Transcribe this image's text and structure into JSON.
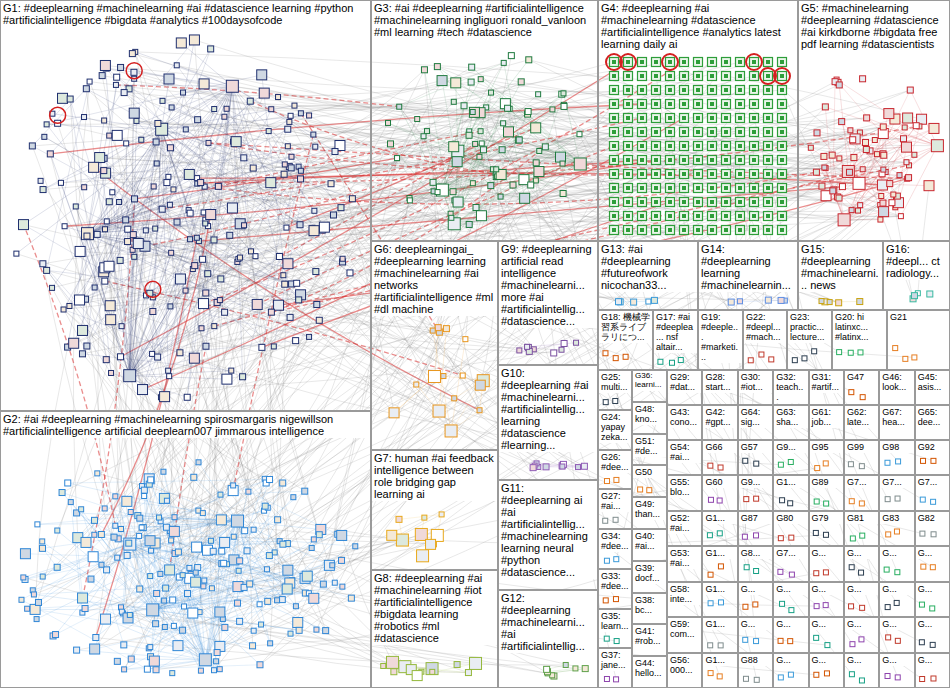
{
  "diagram": {
    "nodes": [
      {
        "text": [
          "G1: #deeplearning #machinelearning #ai #datascience learning #python #artificialintelligence #bigdata #analytics #100daysofcode"
        ]
      },
      {
        "text": [
          "G3: #ai #deeplearning #artificialintelligence #machinelearning ingliguori ronald_vanloon #ml learning #tech #datascience"
        ]
      },
      {
        "text": [
          "G4: #deeplearning #ai #machinelearning #datascience #artificialintelligence #analytics latest learning daily ai"
        ]
      },
      {
        "text": [
          "G5: #machinelearning #deeplearning #datascience #ai kirkdborne #bigdata free pdf learning #datascientists"
        ]
      },
      {
        "text": [
          "G6: deeplearningai_ #deeplearning learning #machinelearning #ai networks #artificialintelligence #ml #dl machine"
        ]
      },
      {
        "text": [
          "G9: #deeplearning artificial read intelligence #machinelearni... more #ai #artificialintellig... #datascience..."
        ]
      },
      {
        "text": [
          "G13: #ai #deeplearning #futureofwork nicochan33..."
        ]
      },
      {
        "text": [
          "G14: #deeplearning learning #machinelearnin..."
        ]
      },
      {
        "text": [
          "G15: #deeplearning #machinelearni... news"
        ]
      },
      {
        "text": [
          "G16: #deepl... ct radiology..."
        ]
      },
      {
        "text": [
          "G18: 機械学習系ライブラリにつ..."
        ]
      },
      {
        "text": [
          "G17: #ai #deeplea... nsf altair..."
        ]
      },
      {
        "text": [
          "G19: #deeple... #marketi..."
        ]
      },
      {
        "text": [
          "G22: #deepl... #mach..."
        ]
      },
      {
        "text": [
          "G23: practic... lecture..."
        ]
      },
      {
        "text": [
          "G20: hi latinxc... #latinx..."
        ]
      },
      {
        "text": [
          "G21"
        ]
      },
      {
        "text": [
          "G10: #deeplearning #ai #machinelearni... #artificialintellig... learning #datascience #learning..."
        ]
      },
      {
        "text": [
          "G2: #ai #deeplearning #machinelearning spirosmargaris nigewillson #artificialintelligence artificial deeplearn007 jimmarous intelligence"
        ]
      },
      {
        "text": [
          "G7: human #ai feedback intelligence between role bridging gap learning ai"
        ]
      },
      {
        "text": [
          "G11: #deeplearning ai #ai #artificialintellig... #machinelearning learning neural #python #datascience..."
        ]
      },
      {
        "text": [
          "G8: #deeplearning #ai #machinelearning #iot #artificialintelligence #bigdata learning #robotics #ml #datascience"
        ]
      },
      {
        "text": [
          "G12: #deeplearning #machinelearni... #ai #artificialintellig..."
        ]
      },
      {
        "text": [
          "G25: multi..."
        ]
      },
      {
        "text": [
          "G24: yapay zeka..."
        ]
      },
      {
        "text": [
          "G26: #dee..."
        ]
      },
      {
        "text": [
          "G27: #ai..."
        ]
      },
      {
        "text": [
          "G34: #dee..."
        ]
      },
      {
        "text": [
          "G33: #dee..."
        ]
      },
      {
        "text": [
          "G35: learn..."
        ]
      },
      {
        "text": [
          "G37: jane..."
        ]
      },
      {
        "text": [
          "G36: learni..."
        ]
      },
      {
        "text": [
          "G48: kno..."
        ]
      },
      {
        "text": [
          "G51: #de..."
        ]
      },
      {
        "text": [
          "G50"
        ]
      },
      {
        "text": [
          "G49: than..."
        ]
      },
      {
        "text": [
          "G40: #ai..."
        ]
      },
      {
        "text": [
          "G39: docf..."
        ]
      },
      {
        "text": [
          "G38: bc..."
        ]
      },
      {
        "text": [
          "G41: #rob..."
        ]
      },
      {
        "text": [
          "G44: hello..."
        ]
      },
      {
        "text": [
          "G29: #dat..."
        ]
      },
      {
        "text": [
          "G28: start..."
        ]
      },
      {
        "text": [
          "G30: #iot..."
        ]
      },
      {
        "text": [
          "G32: teach..."
        ]
      },
      {
        "text": [
          "G31: #artif..."
        ]
      },
      {
        "text": [
          "G47"
        ]
      },
      {
        "text": [
          "G46: look..."
        ]
      },
      {
        "text": [
          "G45: asis..."
        ]
      },
      {
        "text": [
          "G43: cono..."
        ]
      },
      {
        "text": [
          "G42: #gpt..."
        ]
      },
      {
        "text": [
          "G64: sig..."
        ]
      },
      {
        "text": [
          "G63: sha..."
        ]
      },
      {
        "text": [
          "G61: job..."
        ]
      },
      {
        "text": [
          "G62: late..."
        ]
      },
      {
        "text": [
          "G67: hea..."
        ]
      },
      {
        "text": [
          "G65: dee..."
        ]
      },
      {
        "text": [
          "G54: #ai..."
        ]
      },
      {
        "text": [
          "G66"
        ]
      },
      {
        "text": [
          "G57"
        ]
      },
      {
        "text": [
          "G9..."
        ]
      },
      {
        "text": [
          "G95"
        ]
      },
      {
        "text": [
          "G99"
        ]
      },
      {
        "text": [
          "G98"
        ]
      },
      {
        "text": [
          "G92"
        ]
      },
      {
        "text": [
          "G55: blo..."
        ]
      },
      {
        "text": [
          "G60"
        ]
      },
      {
        "text": [
          "G9..."
        ]
      },
      {
        "text": [
          "G1..."
        ]
      },
      {
        "text": [
          "G89"
        ]
      },
      {
        "text": [
          "G7..."
        ]
      },
      {
        "text": [
          "G7..."
        ]
      },
      {
        "text": [
          "G7..."
        ]
      },
      {
        "text": [
          "G52: #ai..."
        ]
      },
      {
        "text": [
          "G1..."
        ]
      },
      {
        "text": [
          "G87"
        ]
      },
      {
        "text": [
          "G80"
        ]
      },
      {
        "text": [
          "G79"
        ]
      },
      {
        "text": [
          "G81"
        ]
      },
      {
        "text": [
          "G83"
        ]
      },
      {
        "text": [
          "G82"
        ]
      },
      {
        "text": [
          "G53: #ai..."
        ]
      },
      {
        "text": [
          "G1..."
        ]
      },
      {
        "text": [
          "G8..."
        ]
      },
      {
        "text": [
          "G7..."
        ]
      },
      {
        "text": [
          "G..."
        ]
      },
      {
        "text": [
          "G..."
        ]
      },
      {
        "text": [
          "G..."
        ]
      },
      {
        "text": [
          "G..."
        ]
      },
      {
        "text": [
          "G58: inte..."
        ]
      },
      {
        "text": [
          "G1..."
        ]
      },
      {
        "text": [
          "G..."
        ]
      },
      {
        "text": [
          "G..."
        ]
      },
      {
        "text": [
          "G..."
        ]
      },
      {
        "text": [
          "G..."
        ]
      },
      {
        "text": [
          "G..."
        ]
      },
      {
        "text": [
          "G..."
        ]
      },
      {
        "text": [
          "G59: com..."
        ]
      },
      {
        "text": [
          "G1..."
        ]
      },
      {
        "text": [
          "G..."
        ]
      },
      {
        "text": [
          "G..."
        ]
      },
      {
        "text": [
          "G..."
        ]
      },
      {
        "text": [
          "G..."
        ]
      },
      {
        "text": [
          "G..."
        ]
      },
      {
        "text": [
          "G..."
        ]
      },
      {
        "text": [
          "G56: 000..."
        ]
      },
      {
        "text": [
          "G1..."
        ]
      },
      {
        "text": [
          "G88"
        ]
      },
      {
        "text": [
          "G..."
        ]
      },
      {
        "text": [
          "G..."
        ]
      },
      {
        "text": [
          "G..."
        ]
      },
      {
        "text": [
          "G..."
        ]
      },
      {
        "text": [
          "G..."
        ]
      }
    ]
  }
}
